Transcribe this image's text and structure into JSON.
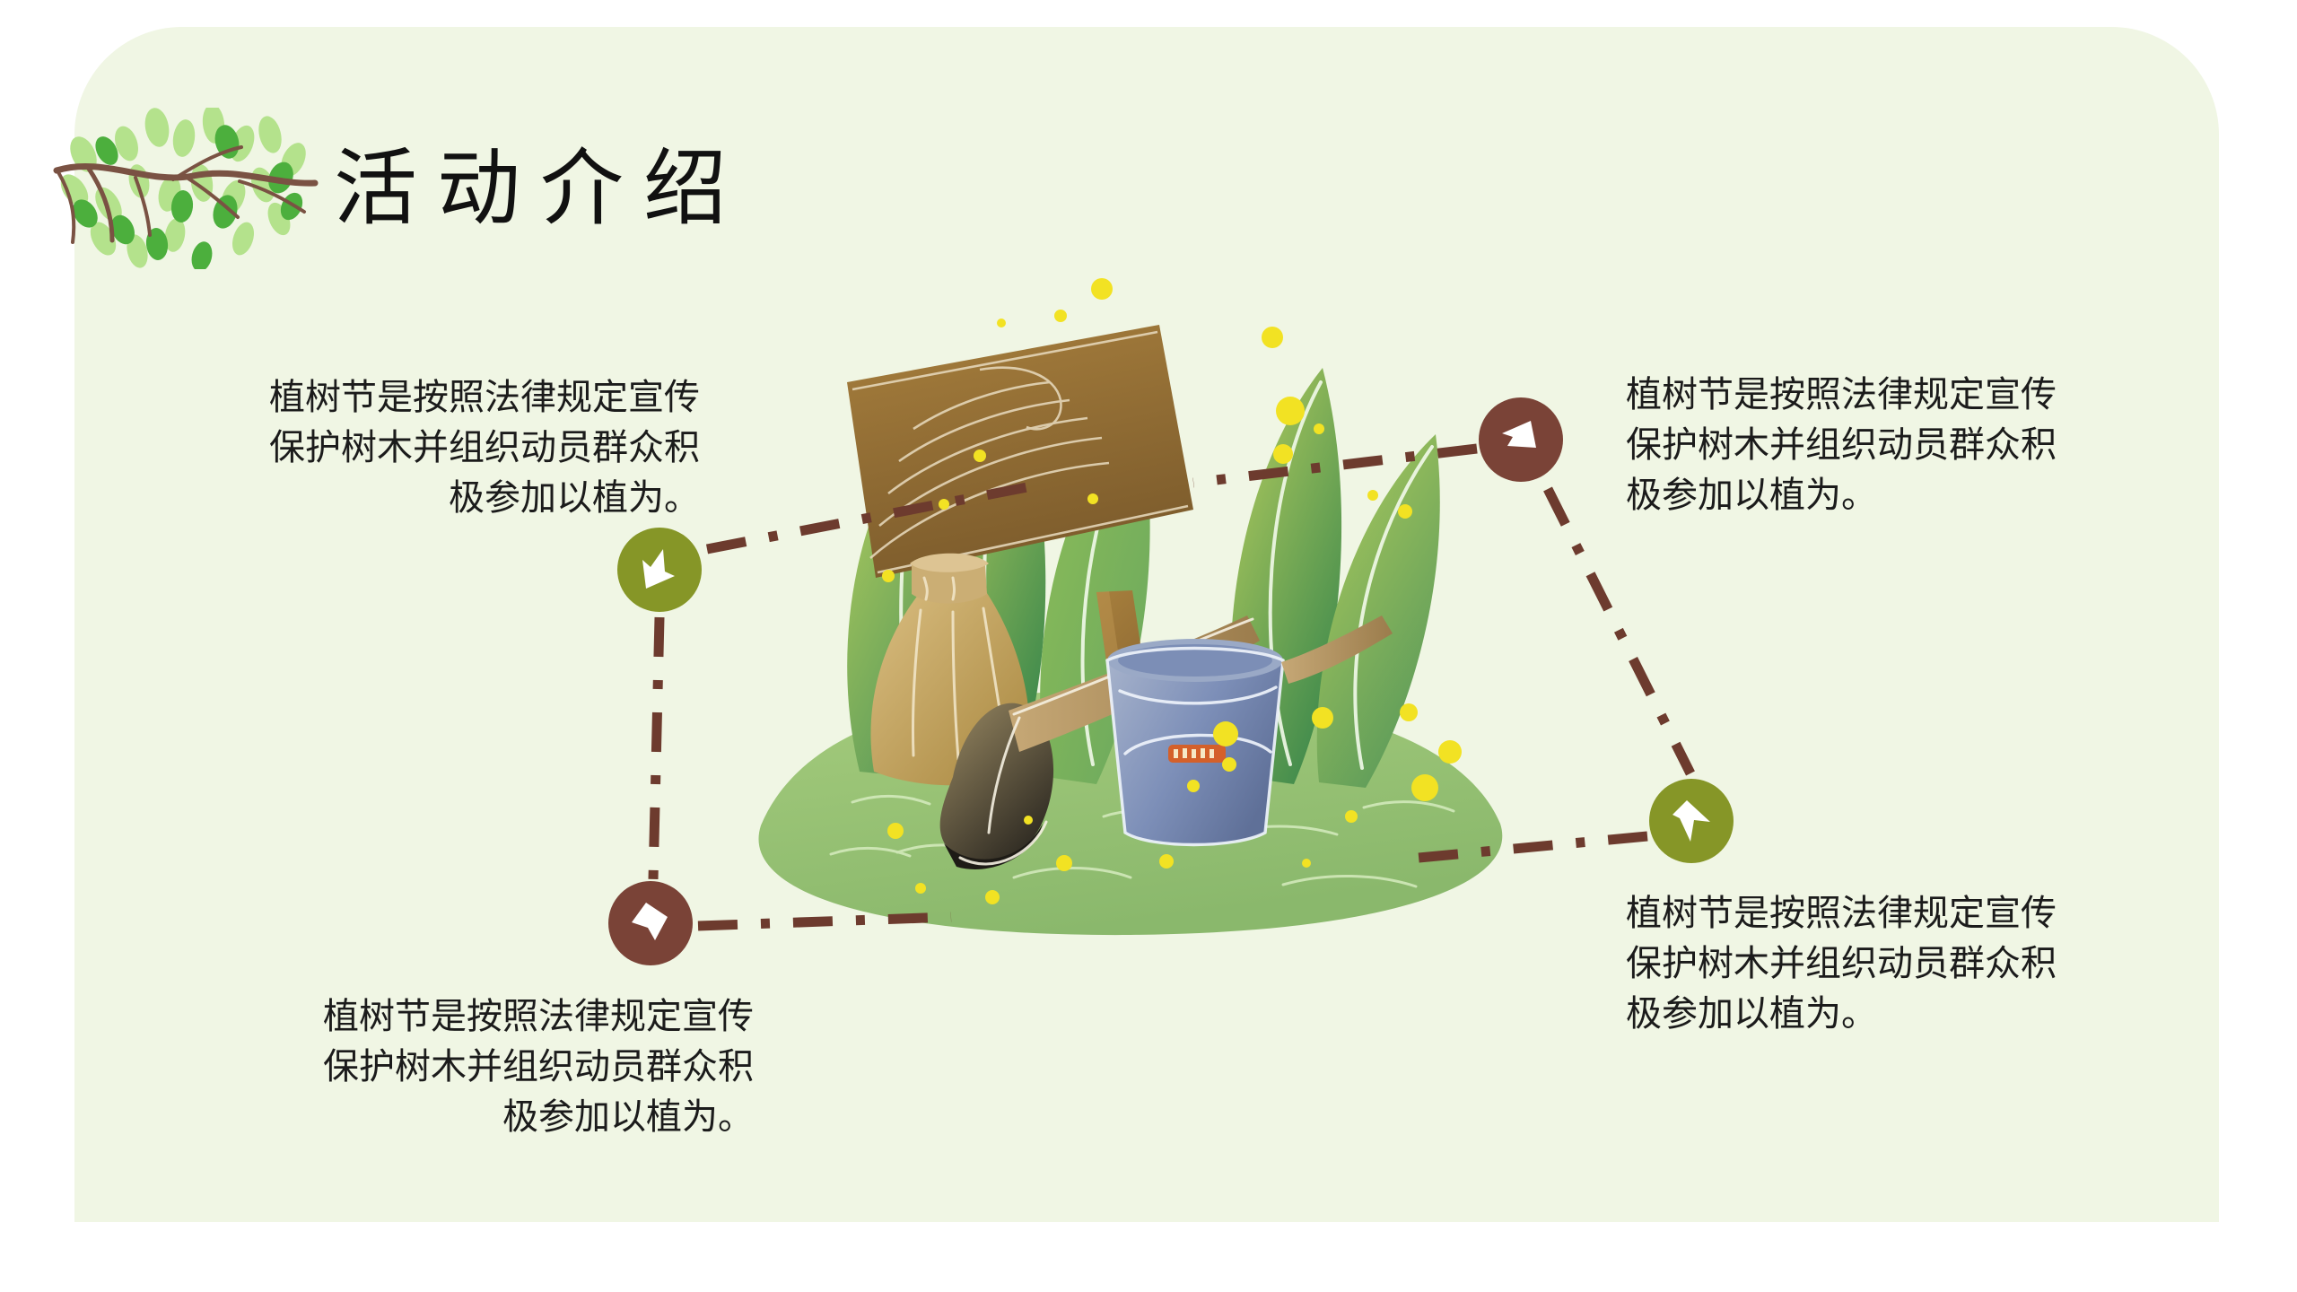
{
  "page": {
    "background_color": "#ffffff",
    "card_color": "#f0f6e4"
  },
  "header": {
    "title": "活动介绍",
    "decoration_icon": "leafy-branch-icon"
  },
  "colors": {
    "green_marker": "#869627",
    "brown_marker": "#7a4337",
    "connector_line": "#6d3b2e",
    "title_text": "#111111",
    "body_text": "#1b1b1b",
    "leaf_bright": "#4caf3d",
    "leaf_pale": "#b4e28c",
    "branch_brown": "#7a5243",
    "grass": "#98c275",
    "bucket_blue": "#7e8fb5",
    "sack_tan": "#cdae70",
    "sign_wood": "#9a7436",
    "spark_yellow": "#f2e223",
    "bucket_label": "#d4602a"
  },
  "callouts": [
    {
      "id": "callout-top-left",
      "marker_color": "green",
      "marker_icon": "leaf-arrow-icon",
      "align": "right",
      "text": "植树节是按照法律规定宣传\n保护树木并组织动员群众积\n极参加以植为。"
    },
    {
      "id": "callout-top-right",
      "marker_color": "brown",
      "marker_icon": "leaf-arrow-icon",
      "align": "left",
      "text": "植树节是按照法律规定宣传\n保护树木并组织动员群众积\n极参加以植为。"
    },
    {
      "id": "callout-bottom-left",
      "marker_color": "brown",
      "marker_icon": "leaf-arrow-icon",
      "align": "right",
      "text": "植树节是按照法律规定宣传\n保护树木并组织动员群众积\n极参加以植为。"
    },
    {
      "id": "callout-bottom-right",
      "marker_color": "green",
      "marker_icon": "leaf-arrow-icon",
      "align": "left",
      "text": "植树节是按照法律规定宣传\n保护树木并组织动员群众积\n极参加以植为。"
    }
  ],
  "illustration": {
    "name": "tree-planting-illustration",
    "elements": [
      "wooden-signboard-icon",
      "leaves-icon",
      "burlap-sack-icon",
      "shovel-icon",
      "water-bucket-icon",
      "grass-mound-icon",
      "sparkle-dots-icon"
    ]
  }
}
